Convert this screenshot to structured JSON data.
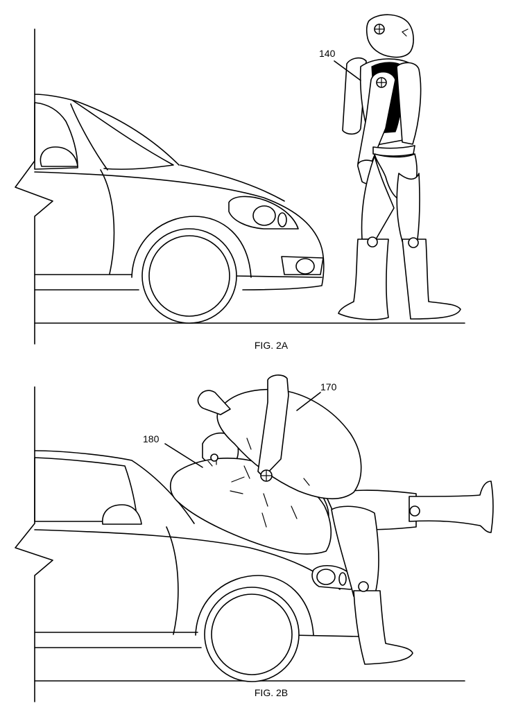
{
  "figures": [
    {
      "caption": "FIG. 2A",
      "labels": {
        "robot": "140"
      }
    },
    {
      "caption": "FIG. 2B",
      "labels": {
        "upper_airbag": "170",
        "hood_airbag": "180"
      }
    }
  ]
}
